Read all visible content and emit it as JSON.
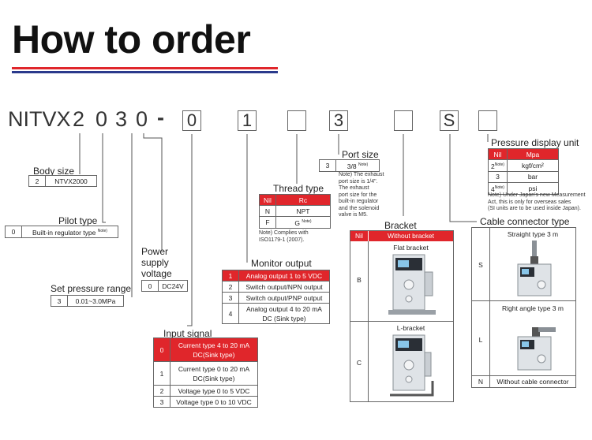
{
  "title": "How to order",
  "code": {
    "prefix": "NITVX",
    "c1": "2",
    "c2": "0",
    "c3": "3",
    "c4": "0",
    "dash": "-",
    "b1": "0",
    "b2": "1",
    "b3": "",
    "b4": "3",
    "b5": "",
    "b6": "S",
    "b7": ""
  },
  "body_size": {
    "label": "Body size",
    "rows": [
      [
        "2",
        "NTVX2000"
      ]
    ]
  },
  "pilot_type": {
    "label": "Pilot type",
    "rows": [
      [
        "0",
        "Built-in regulator type"
      ]
    ],
    "sup": "Note)"
  },
  "set_pressure": {
    "label": "Set pressure range",
    "rows": [
      [
        "3",
        "0.01~3.0MPa"
      ]
    ]
  },
  "power": {
    "label1": "Power",
    "label2": "supply",
    "label3": "voltage",
    "rows": [
      [
        "0",
        "DC24V"
      ]
    ]
  },
  "input_signal": {
    "label": "Input signal",
    "rows": [
      [
        "0",
        "Current type 4 to 20 mA DC(Sink type)"
      ],
      [
        "1",
        "Current type 0 to 20 mA DC(Sink type)"
      ],
      [
        "2",
        "Voltage type 0 to 5 VDC"
      ],
      [
        "3",
        "Voltage type 0 to 10 VDC"
      ]
    ]
  },
  "monitor": {
    "label": "Monitor output",
    "rows": [
      [
        "1",
        "Analog output 1 to 5 VDC"
      ],
      [
        "2",
        "Switch output/NPN output"
      ],
      [
        "3",
        "Switch output/PNP output"
      ],
      [
        "4",
        "Analog output 4 to 20 mA DC (Sink type)"
      ]
    ]
  },
  "thread": {
    "label": "Thread type",
    "head": [
      "Nil",
      "Rc"
    ],
    "rows": [
      [
        "N",
        "NPT"
      ],
      [
        "F",
        "G"
      ]
    ],
    "sup": "Note)",
    "note1": "Note) Complies with",
    "note2": "ISO1179-1 (2007)."
  },
  "port": {
    "label": "Port size",
    "rows": [
      [
        "3",
        "3/8"
      ]
    ],
    "sup": "Note)",
    "note": [
      "Note) The exhaust",
      "port size is 1/4\".",
      "The exhaust",
      "port size for the",
      "built-in regulator",
      "and the solenoid",
      "valve is M5."
    ]
  },
  "bracket": {
    "label": "Bracket",
    "head": [
      "Nil",
      "Without bracket"
    ],
    "rows": [
      [
        "B",
        "Flat bracket"
      ],
      [
        "C",
        "L-bracket"
      ]
    ]
  },
  "pressure_unit": {
    "label": "Pressure display unit",
    "head": [
      "Nil",
      "Mpa"
    ],
    "rows": [
      [
        "2",
        "kgf/cm²"
      ],
      [
        "3",
        "bar"
      ],
      [
        "4",
        "psi"
      ]
    ],
    "sup": "Note)",
    "note": [
      "Note) Under Japan's new Measurement",
      "Act, this is only for overseas sales",
      "(SI units are to be used inside Japan)."
    ]
  },
  "cable": {
    "label": "Cable connector type",
    "rows": [
      [
        "S",
        "Straight type 3 m"
      ],
      [
        "L",
        "Right angle type 3 m"
      ],
      [
        "N",
        "Without cable connector"
      ]
    ]
  }
}
